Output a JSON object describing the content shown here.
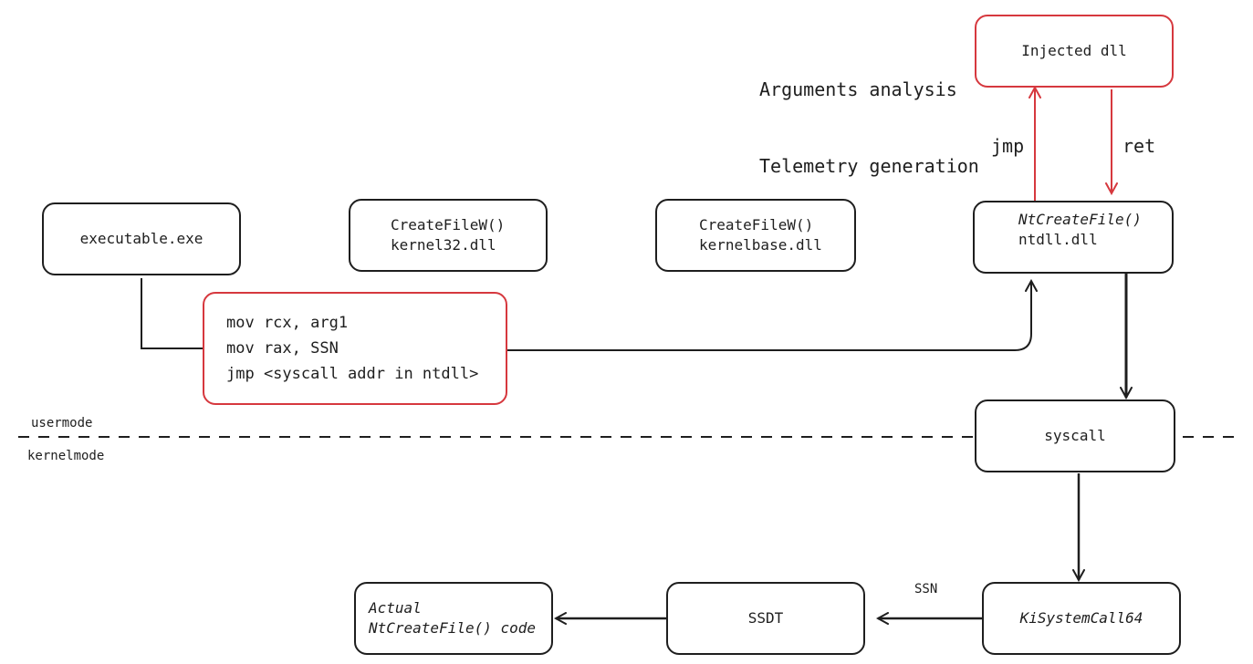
{
  "nodes": {
    "executable": {
      "line1": "executable.exe"
    },
    "createfile_k32": {
      "line1": "CreateFileW()",
      "line2": "kernel32.dll"
    },
    "createfile_kb": {
      "line1": "CreateFileW()",
      "line2": "kernelbase.dll"
    },
    "ntcreatefile": {
      "line1": "NtCreateFile()",
      "line2": "ntdll.dll"
    },
    "injected": {
      "line1": "Injected dll"
    },
    "stub": {
      "line1": "mov rcx, arg1",
      "line2": "mov rax, SSN",
      "line3": "jmp <syscall addr in ntdll>"
    },
    "syscall": {
      "line1": "syscall"
    },
    "kisystemcall": {
      "line1": "KiSystemCall64"
    },
    "ssdt": {
      "line1": "SSDT"
    },
    "actual": {
      "line1": "Actual",
      "line2": "NtCreateFile() code"
    }
  },
  "labels": {
    "analysis": {
      "line1": "Arguments analysis",
      "line2": "Telemetry generation"
    },
    "jmp": "jmp",
    "ret": "ret",
    "usermode": "usermode",
    "kernelmode": "kernelmode",
    "ssn": "SSN"
  },
  "colors": {
    "stroke": "#1e1e1e",
    "hook": "#d6383e"
  }
}
